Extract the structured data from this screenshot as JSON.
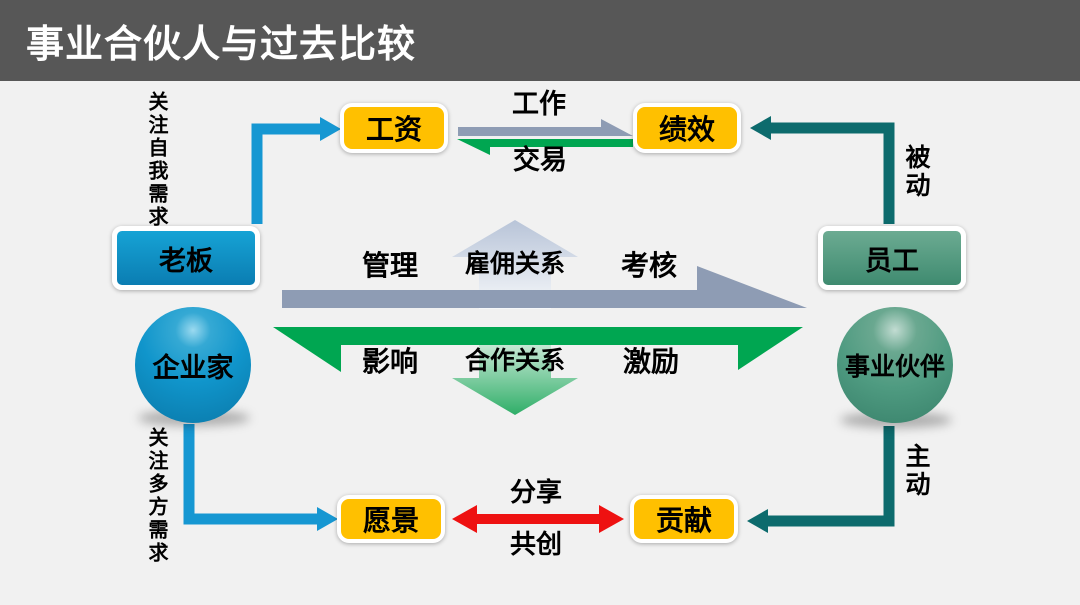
{
  "title": "事业合伙人与过去比较",
  "colors": {
    "title_bar": "#575757",
    "background": "#F1F1F1",
    "yellow_box": "#FFC000",
    "blue": "#1095CB",
    "teal": "#0D6B6D",
    "green_box": "#4E9A7F",
    "gray_flow_arrow": "#8E9CB4",
    "green_flow_arrow": "#00A651",
    "red_arrow": "#EE1111"
  },
  "left_column": {
    "top_note": "关注自我需求",
    "boss": "老板",
    "entrepreneur": "企业家",
    "bottom_note": "关注多方需求"
  },
  "right_column": {
    "top_note": "被动",
    "employee": "员工",
    "partner": "事业伙伴",
    "bottom_note": "主动"
  },
  "top_row": {
    "salary": "工资",
    "work": "工作",
    "trade": "交易",
    "performance": "绩效"
  },
  "middle_row": {
    "manage": "管理",
    "employment": "雇佣关系",
    "assess": "考核",
    "influence": "影响",
    "cooperation": "合作关系",
    "incentive": "激励"
  },
  "bottom_row": {
    "vision": "愿景",
    "share": "分享",
    "cocreate": "共创",
    "contribution": "贡献"
  }
}
